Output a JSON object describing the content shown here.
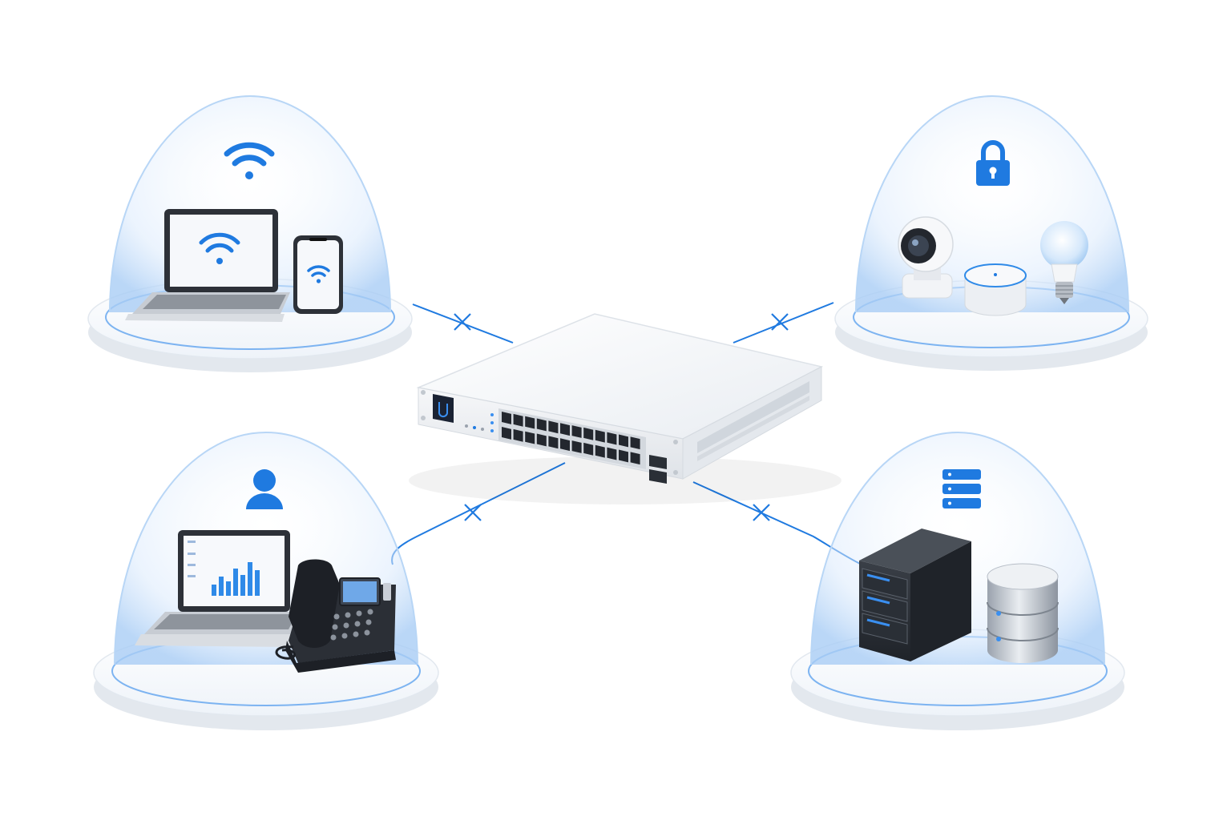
{
  "diagram": {
    "hub": {
      "name": "network-switch",
      "port_count": 24,
      "uplink_count": 2
    },
    "segments": [
      {
        "id": "wireless",
        "icon": "wifi-icon",
        "devices": [
          "laptop",
          "smartphone"
        ]
      },
      {
        "id": "iot",
        "icon": "lock-icon",
        "devices": [
          "security-camera",
          "smart-speaker",
          "smart-bulb"
        ]
      },
      {
        "id": "users",
        "icon": "user-icon",
        "devices": [
          "laptop",
          "desk-phone"
        ]
      },
      {
        "id": "servers",
        "icon": "server-stack-icon",
        "devices": [
          "server-tower",
          "database-cylinder"
        ]
      }
    ],
    "colors": {
      "accent": "#1f7ae0",
      "dome_edge": "#9cc4f2",
      "dome_fill": "#eaf3fd",
      "switch_body": "#f2f4f7",
      "server_body": "#2b2f36"
    }
  }
}
